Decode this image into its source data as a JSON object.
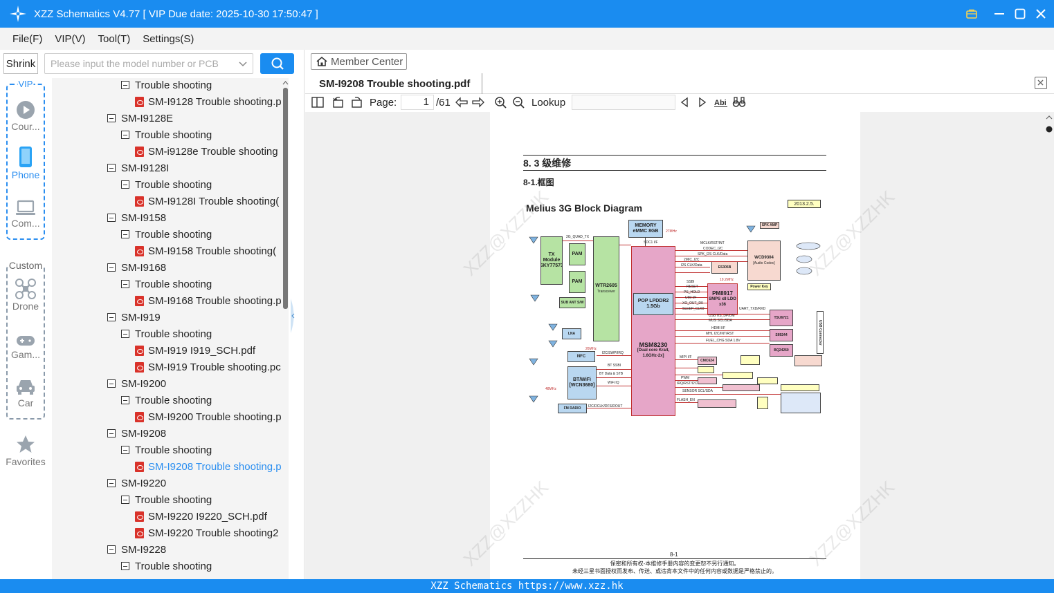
{
  "app": {
    "title": "XZZ Schematics V4.77 [ VIP Due date: 2025-10-30 17:50:47 ]",
    "brand_color": "#1a8cf0"
  },
  "menu": [
    "File(F)",
    "VIP(V)",
    "Tool(T)",
    "Settings(S)"
  ],
  "sidebar": {
    "shrink_label": "Shrink",
    "search_placeholder": "Please input the model number or PCB",
    "vip_label": "VIP",
    "custom_label": "Custom",
    "nav": [
      {
        "label": "Cour...",
        "icon": "play-icon"
      },
      {
        "label": "Phone",
        "icon": "phone-icon"
      },
      {
        "label": "Com...",
        "icon": "laptop-icon"
      },
      {
        "label": "Drone",
        "icon": "drone-icon"
      },
      {
        "label": "Gam...",
        "icon": "gamepad-icon"
      },
      {
        "label": "Car",
        "icon": "car-icon"
      },
      {
        "label": "Favorites",
        "icon": "star-icon"
      }
    ]
  },
  "tree": [
    {
      "level": 1,
      "type": "folder",
      "label": "Trouble shooting"
    },
    {
      "level": 2,
      "type": "pdf",
      "label": "SM-I9128 Trouble shooting.p"
    },
    {
      "level": 0,
      "type": "folder",
      "label": "SM-I9128E"
    },
    {
      "level": 1,
      "type": "folder",
      "label": "Trouble shooting"
    },
    {
      "level": 2,
      "type": "pdf",
      "label": "SM-i9128e Trouble shooting"
    },
    {
      "level": 0,
      "type": "folder",
      "label": "SM-I9128I"
    },
    {
      "level": 1,
      "type": "folder",
      "label": "Trouble shooting"
    },
    {
      "level": 2,
      "type": "pdf",
      "label": "SM-I9128I Trouble shooting("
    },
    {
      "level": 0,
      "type": "folder",
      "label": "SM-I9158"
    },
    {
      "level": 1,
      "type": "folder",
      "label": "Trouble shooting"
    },
    {
      "level": 2,
      "type": "pdf",
      "label": "SM-I9158 Trouble shooting("
    },
    {
      "level": 0,
      "type": "folder",
      "label": "SM-I9168"
    },
    {
      "level": 1,
      "type": "folder",
      "label": "Trouble shooting"
    },
    {
      "level": 2,
      "type": "pdf",
      "label": "SM-I9168 Trouble shooting.p"
    },
    {
      "level": 0,
      "type": "folder",
      "label": "SM-I919"
    },
    {
      "level": 1,
      "type": "folder",
      "label": "Trouble shooting"
    },
    {
      "level": 2,
      "type": "pdf",
      "label": "SM-I919 I919_SCH.pdf"
    },
    {
      "level": 2,
      "type": "pdf",
      "label": "SM-I919 Trouble shooting.pc"
    },
    {
      "level": 0,
      "type": "folder",
      "label": "SM-I9200"
    },
    {
      "level": 1,
      "type": "folder",
      "label": "Trouble shooting"
    },
    {
      "level": 2,
      "type": "pdf",
      "label": "SM-I9200 Trouble shooting.p"
    },
    {
      "level": 0,
      "type": "folder",
      "label": "SM-I9208"
    },
    {
      "level": 1,
      "type": "folder",
      "label": "Trouble shooting"
    },
    {
      "level": 2,
      "type": "pdf",
      "label": "SM-I9208 Trouble shooting.p",
      "selected": true
    },
    {
      "level": 0,
      "type": "folder",
      "label": "SM-I9220"
    },
    {
      "level": 1,
      "type": "folder",
      "label": "Trouble shooting"
    },
    {
      "level": 2,
      "type": "pdf",
      "label": "SM-I9220 I9220_SCH.pdf"
    },
    {
      "level": 2,
      "type": "pdf",
      "label": "SM-I9220 Trouble shooting2"
    },
    {
      "level": 0,
      "type": "folder",
      "label": "SM-I9228"
    },
    {
      "level": 1,
      "type": "folder",
      "label": "Trouble shooting"
    }
  ],
  "viewer": {
    "member_center": "Member Center",
    "tab_title": "SM-I9208 Trouble shooting.pdf",
    "page_label": "Page:",
    "page_current": "1",
    "page_total": "/61",
    "lookup_label": "Lookup"
  },
  "document": {
    "heading": "8. 3 级维修",
    "subheading": "8-1.框图",
    "diagram_title": "Melius 3G Block Diagram",
    "diagram_date": "2013.2.5.",
    "watermark": "XZZ@XZZHK",
    "page_number": "8-1",
    "footer_line1": "保密和所有权-本维修手册内容的变更恕不另行通知。",
    "footer_line2": "未经三星书面授权而发布、传送、或违背本文件中的任何内容或数据是严格禁止的。",
    "blocks": {
      "tx": "TX Module SKY77573",
      "pam1": "PAM",
      "pam2": "PAM",
      "wtr": "WTR2605",
      "wtr_sub": "Transceiver",
      "memory": "MEMORY eMMC 8GB",
      "pop": "POP LPDDR2 1.5Gb",
      "msm": "MSM8230",
      "msm_sub": "[Dual core Krait, 1.6GHz-2x]",
      "wcd": "WCD9304",
      "wcd_sub": "[Audio Codec]",
      "pm": "PM8917",
      "pm_sub": "SMPS x8 LDO x36",
      "es": "ES305B",
      "tsu": "TSU6721",
      "sii": "SII9244",
      "bq": "BQ24260",
      "nfc": "NFC",
      "bt": "BT/WiFi [WCN3680]",
      "fm": "FM RADIO",
      "lna": "LNA",
      "sub_ant": "SUB ANT S/W",
      "cmc": "CMC624",
      "usb": "USB Connector",
      "spk_amp": "SPK AMP",
      "power_key": "Power Key"
    },
    "signals": [
      "2G_QUAD_TX",
      "SDC1 I/F",
      "MCLK/RST/INT",
      "CODEC_I2C",
      "SPK_I2S CLK/Data",
      "2MIC_I2C",
      "I2S CLK/Data",
      "SSBI",
      "RESET",
      "PS_HOLD",
      "UIM I/F",
      "XO_OUT_D0",
      "SLEEP_CLK0",
      "UART_TXD/RXD",
      "USB HS_DP/DM",
      "MUS SCL/SDA",
      "HDMI I/F",
      "MHL I2C/INT/RST",
      "FUEL_CHG SDA 1.8V",
      "I2C/SWP/IRQ",
      "BT SSBI",
      "BT Data & STB",
      "WiFi IQ",
      "I2C/DCLK/DFS/DOUT",
      "MIPI I/F",
      "PWM",
      "IRQ/RST/I2C",
      "SENSOR SCL/SDA",
      "FLASH_EN",
      "27MHz",
      "19.2MHz",
      "26MHz",
      "48MHz"
    ]
  }
}
